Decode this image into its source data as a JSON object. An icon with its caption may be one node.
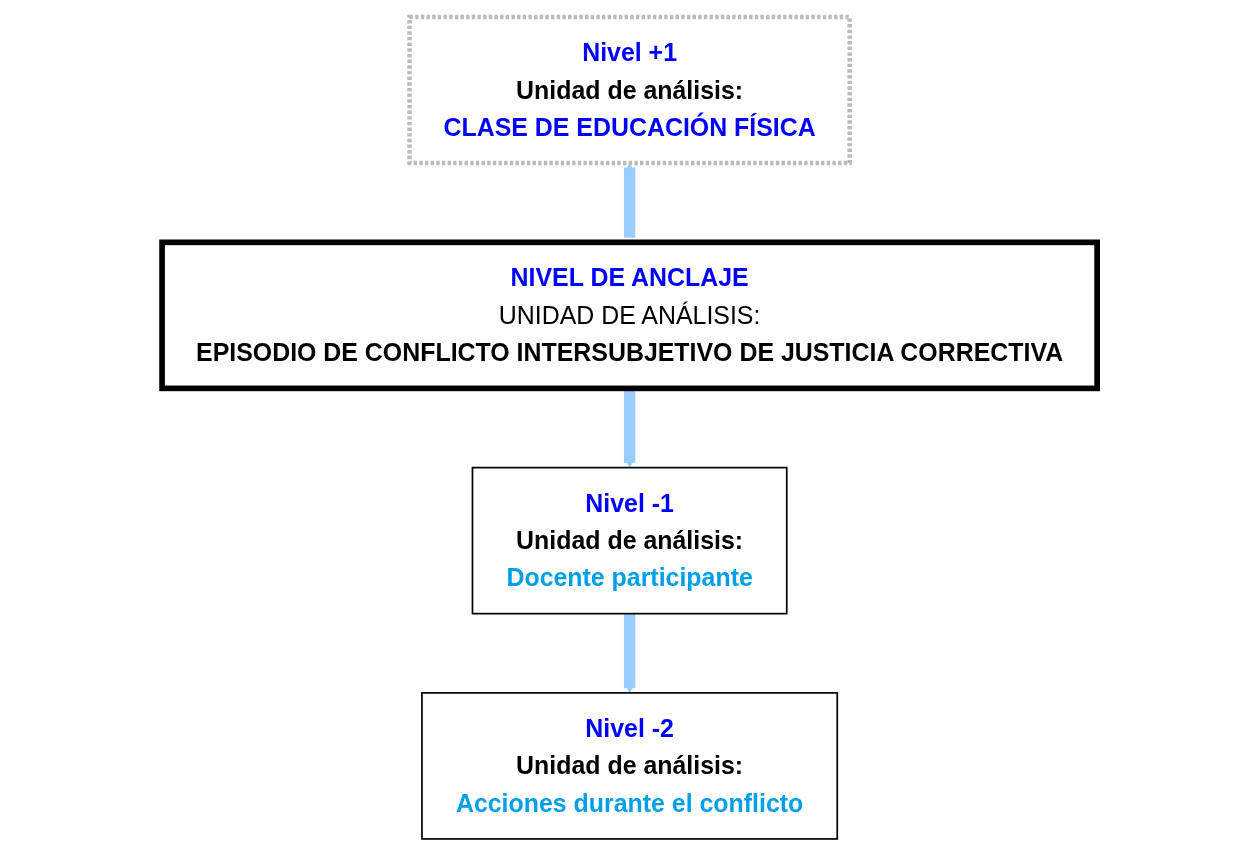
{
  "diagram": {
    "nodes": [
      {
        "text": [
          "Nivel +1",
          "Unidad de análisis:",
          "CLASE DE EDUCACIÓN FÍSICA"
        ]
      },
      {
        "text": [
          "NIVEL DE ANCLAJE",
          "UNIDAD DE ANÁLISIS:",
          "EPISODIO DE CONFLICTO INTERSUBJETIVO DE JUSTICIA CORRECTIVA"
        ]
      },
      {
        "text": [
          "Nivel -1",
          "Unidad de análisis:",
          "Docente participante"
        ]
      },
      {
        "text": [
          "Nivel -2",
          "Unidad de análisis:",
          "Acciones durante el conflicto"
        ]
      }
    ],
    "edges": [
      {
        "from": 1,
        "to": 0,
        "arrow": "to"
      },
      {
        "from": 1,
        "to": 2,
        "arrow": "to"
      },
      {
        "from": 2,
        "to": 3,
        "arrow": "to"
      }
    ]
  }
}
